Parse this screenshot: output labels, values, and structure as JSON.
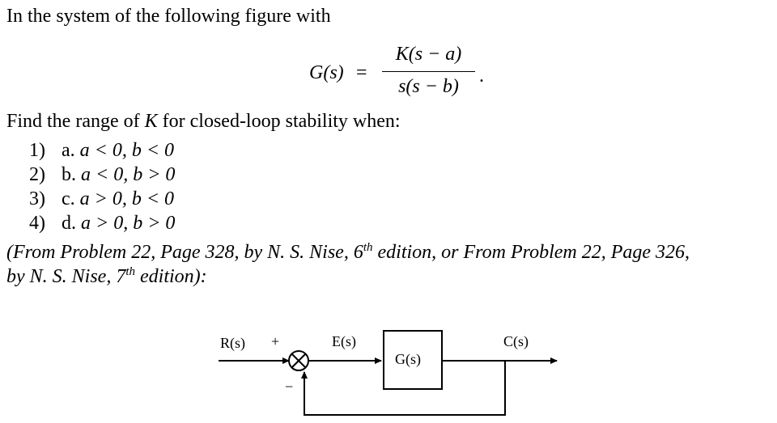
{
  "intro": "In the system of the following figure with",
  "equation": {
    "lhs": "G(s)",
    "equals": "=",
    "numerator": "K(s − a)",
    "denominator": "s(s − b)",
    "trail": "."
  },
  "question": {
    "prefix": "Find the range of ",
    "variable": "K",
    "suffix": " for closed-loop stability when:"
  },
  "items": [
    {
      "no": "1)",
      "letter": "a.",
      "cond": "a < 0, b < 0"
    },
    {
      "no": "2)",
      "letter": "b.",
      "cond": "a < 0, b > 0"
    },
    {
      "no": "3)",
      "letter": "c.",
      "cond": "a > 0, b < 0"
    },
    {
      "no": "4)",
      "letter": "d.",
      "cond": "a > 0, b > 0"
    }
  ],
  "source": {
    "line1_a": "(From Problem 22, Page 328, by N. S. Nise, 6",
    "line1_sup": "th",
    "line1_b": " edition, or From Problem 22, Page 326,",
    "line2_a": "by N. S. Nise, 7",
    "line2_sup": "th",
    "line2_b": " edition):"
  },
  "diagram": {
    "input": "R(s)",
    "plus": "+",
    "minus": "−",
    "error": "E(s)",
    "block": "G(s)",
    "output": "C(s)"
  }
}
